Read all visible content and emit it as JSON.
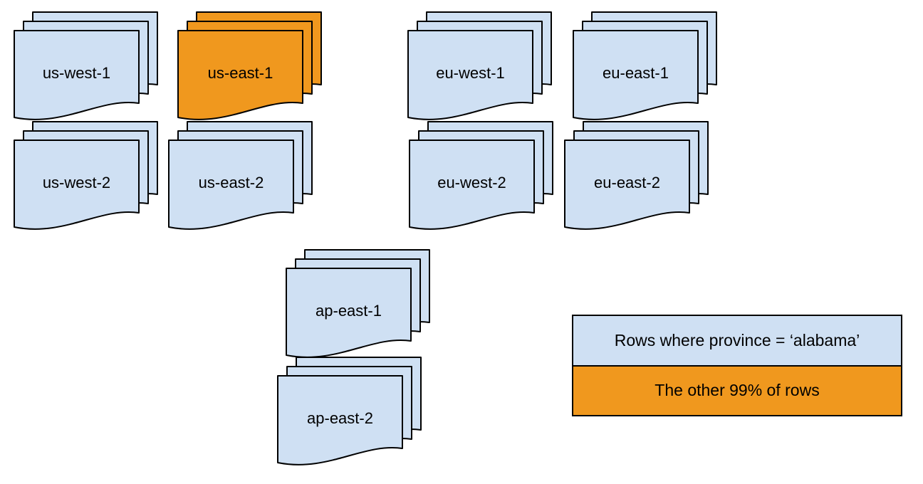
{
  "colors": {
    "blue": "#CFE0F3",
    "orange": "#F0981E",
    "stroke": "#000000",
    "background": "#FFFFFF"
  },
  "stacks": [
    {
      "label": "us-west-1",
      "color": "blue"
    },
    {
      "label": "us-east-1",
      "color": "orange"
    },
    {
      "label": "eu-west-1",
      "color": "blue"
    },
    {
      "label": "eu-east-1",
      "color": "blue"
    },
    {
      "label": "us-west-2",
      "color": "blue"
    },
    {
      "label": "us-east-2",
      "color": "blue"
    },
    {
      "label": "eu-west-2",
      "color": "blue"
    },
    {
      "label": "eu-east-2",
      "color": "blue"
    },
    {
      "label": "ap-east-1",
      "color": "blue"
    },
    {
      "label": "ap-east-2",
      "color": "blue"
    }
  ],
  "legend": {
    "items": [
      {
        "label": "Rows where province = ‘alabama’",
        "color": "blue"
      },
      {
        "label": "The other 99% of rows",
        "color": "orange"
      }
    ]
  }
}
